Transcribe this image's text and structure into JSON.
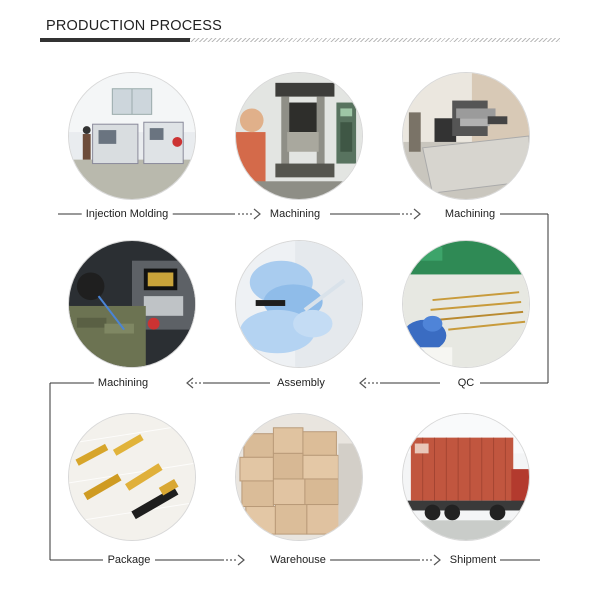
{
  "header": {
    "title": "PRODUCTION PROCESS"
  },
  "steps": [
    {
      "label": "Injection Molding",
      "icon": "factory-floor-photo"
    },
    {
      "label": "Machining",
      "icon": "press-machine-photo"
    },
    {
      "label": "Machining",
      "icon": "cutting-machine-photo"
    },
    {
      "label": "Machining",
      "icon": "cnc-operator-photo"
    },
    {
      "label": "Assembly",
      "icon": "gloved-assembly-photo"
    },
    {
      "label": "QC",
      "icon": "quality-inspection-photo"
    },
    {
      "label": "Package",
      "icon": "gold-parts-package-photo"
    },
    {
      "label": "Warehouse",
      "icon": "carton-boxes-photo"
    },
    {
      "label": "Shipment",
      "icon": "container-truck-photo"
    }
  ],
  "colors": {
    "title": "#222222",
    "line": "#333333",
    "arrow": "#555555"
  }
}
